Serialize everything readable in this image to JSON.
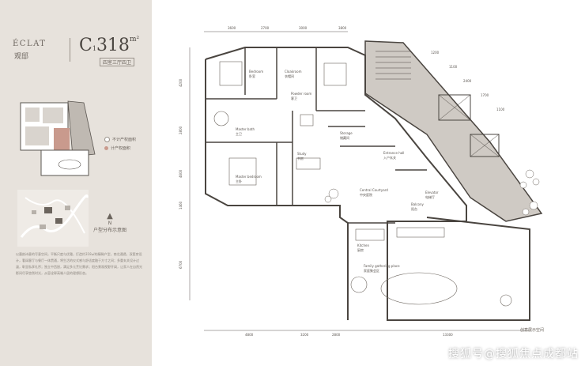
{
  "brand": {
    "name_en": "ÉCLAT",
    "name_cn": "观邸"
  },
  "unit_model": {
    "code": "C",
    "sub": "1",
    "area": "318",
    "unit": "m²",
    "layout": "四室三厅四卫"
  },
  "legend": {
    "items": [
      "不计产权面积",
      "计产权面积"
    ]
  },
  "north_label": "N",
  "compass_caption": "户型分布示意图",
  "description": "以墨韵诗意的写意空间，平衡尺度与优雅，打造约318㎡的臻稀户型，南北通透，双套房设计，奢阔客厅与餐厅一体贯通，将生活的仪式感与舒适度融于方寸之间；多重玄关设计过渡，彰显私享礼序；独立中西厨，满足多元烹饪需求；阳台景观视野开阔，让家人在自然光影间尽享悠然时光，从容诠释高端人居的理想形态。",
  "caption_bottom": "创意展示空间",
  "watermark": "搜狐号@搜狐焦点成都站",
  "colors": {
    "sidebar": "#e7e2dc",
    "wall": "#4a4540",
    "hatch": "#cfcac4"
  },
  "dimensions_top": [
    "3600",
    "2700",
    "3000",
    "3800"
  ],
  "dimensions_right_diag": [
    "1200",
    "1100",
    "2400",
    "1700",
    "1100"
  ],
  "dimensions_left": [
    "4200",
    "2800",
    "4600",
    "1460",
    "6700"
  ],
  "dimensions_bottom": [
    "4800",
    "3200",
    "2800",
    "13300"
  ],
  "rooms": [
    {
      "en": "Bedroom",
      "cn": "卧室"
    },
    {
      "en": "Cloakroom",
      "cn": "衣帽间"
    },
    {
      "en": "Powder room",
      "cn": "客卫"
    },
    {
      "en": "Master bedroom",
      "cn": "主卧"
    },
    {
      "en": "Master bath",
      "cn": "主卫"
    },
    {
      "en": "Storage",
      "cn": "储藏间"
    },
    {
      "en": "Entrance hall",
      "cn": "入户玄关"
    },
    {
      "en": "Study",
      "cn": "书房"
    },
    {
      "en": "Central Courtyard",
      "cn": "中央庭院"
    },
    {
      "en": "Kitchen",
      "cn": "厨房"
    },
    {
      "en": "Family gathering place",
      "cn": "家庭聚会区"
    },
    {
      "en": "Balcony",
      "cn": "阳台"
    },
    {
      "en": "Elevator",
      "cn": "电梯厅"
    }
  ]
}
